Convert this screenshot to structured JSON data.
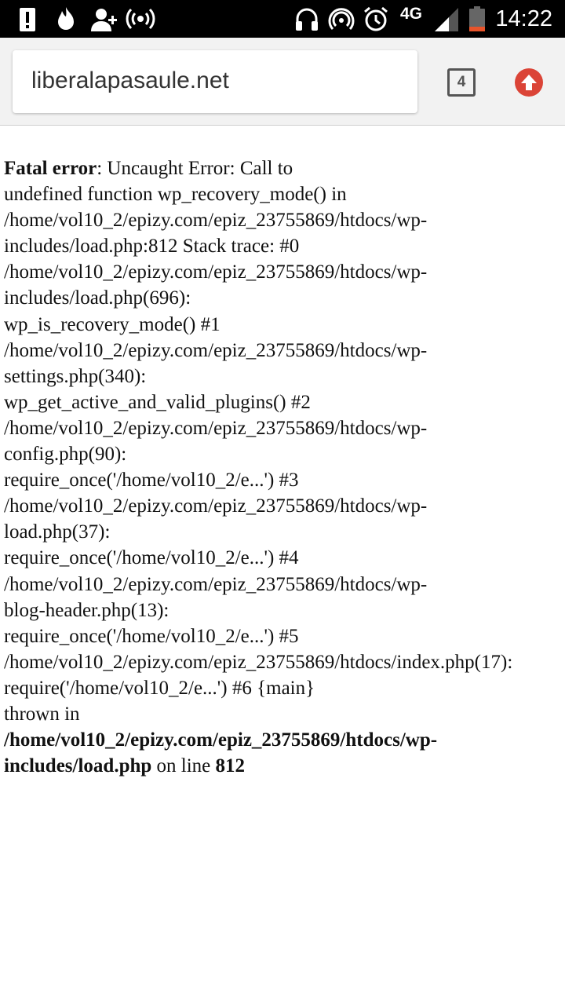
{
  "status_bar": {
    "icons": [
      "alert-icon",
      "flame-icon",
      "add-person-icon",
      "hotspot-icon",
      "headphones-icon",
      "radio-tower-icon",
      "alarm-icon",
      "signal-icon",
      "battery-icon"
    ],
    "network_type": "4G",
    "time": "14:22",
    "battery_color": "#e8542b"
  },
  "browser": {
    "url": "liberalapasaule.net",
    "tab_count": "4",
    "accent_color": "#db4437"
  },
  "error": {
    "label": "Fatal error",
    "lines": [
      ": Uncaught Error: Call to",
      "undefined function wp_recovery_mode() in",
      "/home/vol10_2/epizy.com/epiz_23755869/htdocs/wp-",
      "includes/load.php:812 Stack trace: #0",
      "/home/vol10_2/epizy.com/epiz_23755869/htdocs/wp-",
      "includes/load.php(696):",
      "wp_is_recovery_mode() #1",
      "/home/vol10_2/epizy.com/epiz_23755869/htdocs/wp-",
      "settings.php(340):",
      "wp_get_active_and_valid_plugins() #2",
      "/home/vol10_2/epizy.com/epiz_23755869/htdocs/wp-",
      "config.php(90):",
      "require_once('/home/vol10_2/e...') #3",
      "/home/vol10_2/epizy.com/epiz_23755869/htdocs/wp-",
      "load.php(37):",
      "require_once('/home/vol10_2/e...') #4",
      "/home/vol10_2/epizy.com/epiz_23755869/htdocs/wp-",
      "blog-header.php(13):",
      "require_once('/home/vol10_2/e...') #5",
      "/home/vol10_2/epizy.com/epiz_23755869/htdocs/index.php(17):",
      "require('/home/vol10_2/e...') #6 {main}",
      "thrown in"
    ],
    "file_path_line1": "/home/vol10_2/epizy.com/epiz_23755869/htdocs/wp-",
    "file_path_line2": "includes/load.php",
    "on_line_text": " on line ",
    "line_number": "812"
  }
}
